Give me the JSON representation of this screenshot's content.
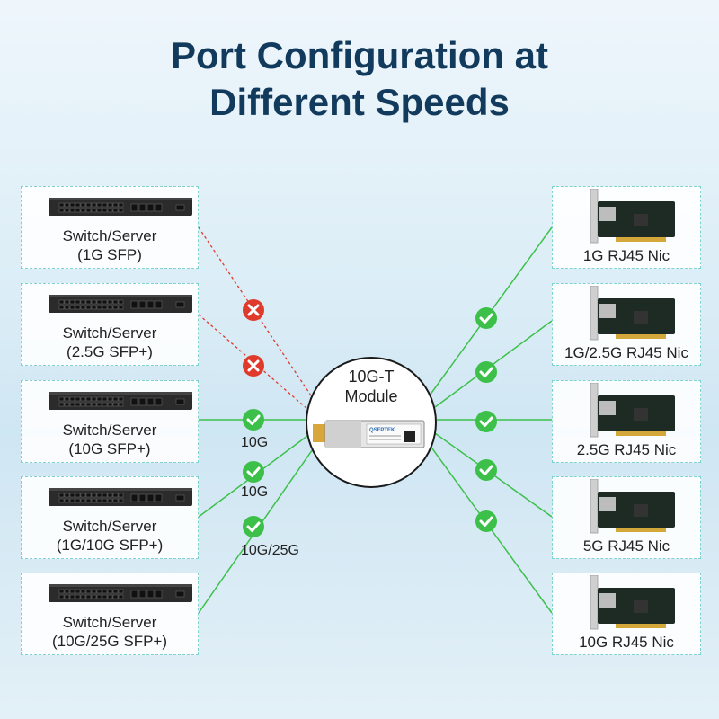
{
  "title": {
    "line1": "Port Configuration at",
    "line2": "Different Speeds"
  },
  "module": {
    "line1": "10G-T",
    "line2": "Module",
    "brand": "QSFPTEK"
  },
  "switches": [
    {
      "line1": "Switch/Server",
      "line2": "(1G SFP)",
      "compatible": false
    },
    {
      "line1": "Switch/Server",
      "line2": "(2.5G SFP+)",
      "compatible": false
    },
    {
      "line1": "Switch/Server",
      "line2": "(10G SFP+)",
      "compatible": true,
      "speed": "10G"
    },
    {
      "line1": "Switch/Server",
      "line2": "(1G/10G SFP+)",
      "compatible": true,
      "speed": "10G"
    },
    {
      "line1": "Switch/Server",
      "line2": "(10G/25G SFP+)",
      "compatible": true,
      "speed": "10G/25G"
    }
  ],
  "nics": [
    {
      "label": "1G RJ45 Nic",
      "compatible": true
    },
    {
      "label": "1G/2.5G RJ45 Nic",
      "compatible": true
    },
    {
      "label": "2.5G RJ45 Nic",
      "compatible": true
    },
    {
      "label": "5G RJ45 Nic",
      "compatible": true
    },
    {
      "label": "10G RJ45 Nic",
      "compatible": true
    }
  ],
  "colors": {
    "ok": "#3cc04a",
    "fail": "#e03a2c",
    "title": "#123a5c",
    "border": "#7fd3cf"
  }
}
